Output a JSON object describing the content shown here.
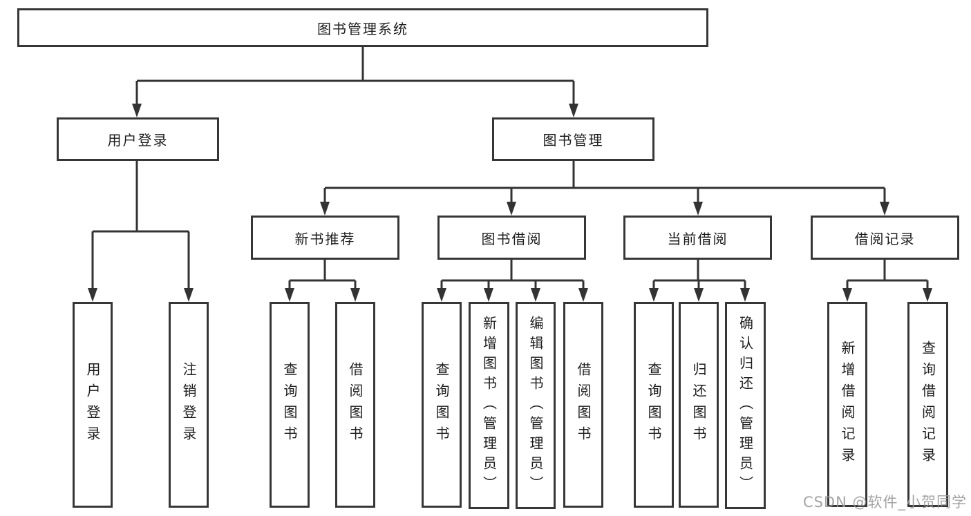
{
  "colors": {
    "line": "#333333",
    "border": "#363636",
    "text": "#1d1d1d",
    "watermark": "#9a9a9a",
    "bg": "#ffffff"
  },
  "watermark": {
    "text": "CSDN @软件_小贺同学"
  },
  "diagram": {
    "root": {
      "label": "图书管理系统"
    },
    "branches": [
      {
        "label": "用户登录",
        "children": [
          {
            "label": "用户登录"
          },
          {
            "label": "注销登录"
          }
        ]
      },
      {
        "label": "图书管理",
        "children": [
          {
            "label": "新书推荐",
            "children": [
              {
                "label": "查询图书"
              },
              {
                "label": "借阅图书"
              }
            ]
          },
          {
            "label": "图书借阅",
            "children": [
              {
                "label": "查询图书"
              },
              {
                "label": "新增图书（管理员）"
              },
              {
                "label": "编辑图书（管理员）"
              },
              {
                "label": "借阅图书"
              }
            ]
          },
          {
            "label": "当前借阅",
            "children": [
              {
                "label": "查询图书"
              },
              {
                "label": "归还图书"
              },
              {
                "label": "确认归还（管理员）"
              }
            ]
          },
          {
            "label": "借阅记录",
            "children": [
              {
                "label": "新增借阅记录"
              },
              {
                "label": "查询借阅记录"
              }
            ]
          }
        ]
      }
    ]
  }
}
